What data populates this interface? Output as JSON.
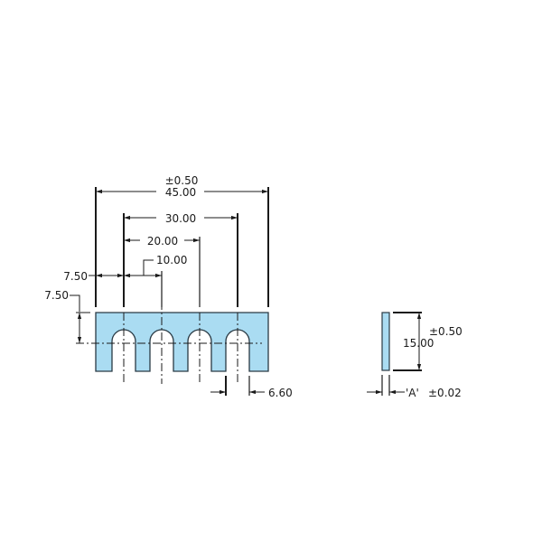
{
  "drawing": {
    "type": "mechanical-dimension-drawing",
    "fill_color": "#aadcf2",
    "stroke_color": "#1a1a1a",
    "front_view": {
      "overall_width": {
        "value": "45.00",
        "tolerance": "±0.50"
      },
      "outer_slot_span": {
        "value": "30.00"
      },
      "two_slot_span": {
        "value": "20.00"
      },
      "slot_pitch": {
        "value": "10.00"
      },
      "edge_to_first_slot": {
        "value": "7.50"
      },
      "top_to_centerline": {
        "value": "7.50"
      },
      "slot_width": {
        "value": "6.60"
      },
      "slot_count": 4
    },
    "side_view": {
      "height": {
        "value": "15.00",
        "tolerance": "±0.50"
      },
      "thickness": {
        "value": "'A'",
        "tolerance": "±0.02"
      }
    }
  }
}
